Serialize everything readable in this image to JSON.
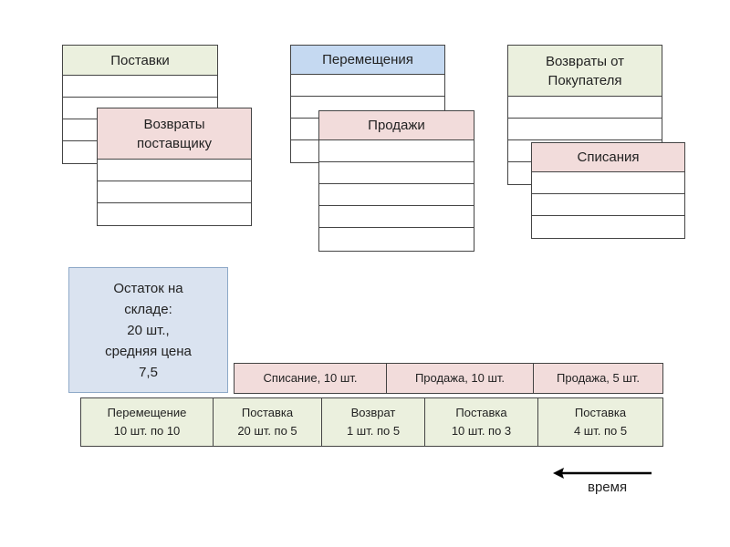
{
  "tables": {
    "supplies": "Поставки",
    "supplier_returns": "Возвраты поставщику",
    "transfers": "Перемещения",
    "sales": "Продажи",
    "customer_returns": "Возвраты от Покупателя",
    "writeoffs": "Списания"
  },
  "stock": {
    "line1": "Остаток на",
    "line2": "складе:",
    "line3": "20 шт.,",
    "line4": "средняя цена",
    "line5": "7,5"
  },
  "outgoing": [
    "Списание,  10 шт.",
    "Продажа,  10 шт.",
    "Продажа, 5 шт."
  ],
  "incoming": [
    "Перемещение\n10 шт. по 10",
    "Поставка\n20 шт. по 5",
    "Возврат\n1 шт.  по 5",
    "Поставка\n10 шт.  по 3",
    "Поставка\n4 шт. по 5"
  ],
  "time_label": "время",
  "colors": {
    "green": "#ebf0de",
    "blue": "#c5d9f1",
    "pink": "#f2dcdb",
    "stock": "#dae3f0"
  }
}
